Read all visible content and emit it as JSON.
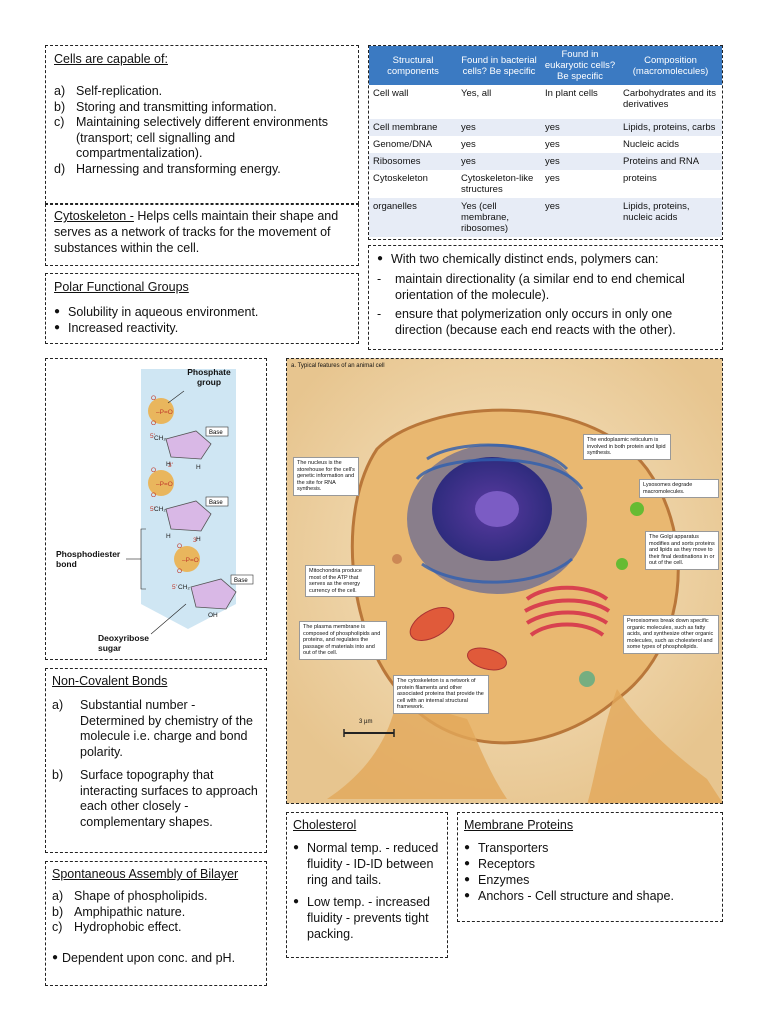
{
  "cells_box": {
    "title": "Cells are capable of:",
    "items": [
      {
        "key": "a)",
        "text": "Self-replication."
      },
      {
        "key": "b)",
        "text": "Storing and transmitting information."
      },
      {
        "key": "c)",
        "text": "Maintaining selectively different environments (transport; cell signalling and compartmentalization)."
      },
      {
        "key": "d)",
        "text": "Harnessing and transforming energy."
      }
    ]
  },
  "cytoskeleton_box": {
    "title": "Cytoskeleton -",
    "text": " Helps cells maintain their shape and serves as a network of tracks for the movement of substances within the cell."
  },
  "polar_box": {
    "title": "Polar Functional Groups",
    "items": [
      "Solubility in aqueous environment.",
      "Increased reactivity."
    ]
  },
  "table": {
    "headers": [
      "Structural components",
      "Found in bacterial cells? Be specific",
      "Found in eukaryotic cells? Be specific",
      "Composition (macromolecules)"
    ],
    "rows": [
      [
        "Cell wall",
        "Yes, all",
        "In plant cells",
        "Carbohydrates and its derivatives"
      ],
      [
        "Cell membrane",
        "yes",
        "yes",
        "Lipids, proteins, carbs"
      ],
      [
        "Genome/DNA",
        "yes",
        "yes",
        "Nucleic acids"
      ],
      [
        "Ribosomes",
        "yes",
        "yes",
        "Proteins and RNA"
      ],
      [
        "Cytoskeleton",
        "Cytoskeleton-like structures",
        "yes",
        "proteins"
      ],
      [
        "organelles",
        "Yes (cell membrane, ribosomes)",
        "yes",
        "Lipids, proteins, nucleic acids"
      ]
    ]
  },
  "polymer_box": {
    "intro": "With two chemically distinct ends, polymers can:",
    "items": [
      "maintain directionality (a similar end to end chemical orientation of the molecule).",
      "ensure that polymerization only occurs in only one direction (because each end reacts with the other)."
    ]
  },
  "dna_figure": {
    "phosphate_label": "Phosphate group",
    "bond_label": "Phosphodiester bond",
    "sugar_label": "Deoxyribose sugar",
    "base_label": "Base",
    "oh_label": "OH"
  },
  "cell_figure": {
    "caption": "a. Typical features of an animal cell",
    "scale": "3 µm",
    "labels": {
      "nucleus": "The nucleus is the storehouse for the cell's genetic information and the site for RNA synthesis.",
      "er": "The endoplasmic reticulum is involved in both protein and lipid synthesis.",
      "lysosomes": "Lysosomes degrade macromolecules.",
      "golgi": "The Golgi apparatus modifies and sorts proteins and lipids as they move to their final destinations in or out of the cell.",
      "mito": "Mitochondria produce most of the ATP that serves as the energy currency of the cell.",
      "membrane": "The plasma membrane is composed of phospholipids and proteins, and regulates the passage of materials into and out of the cell.",
      "perox": "Peroxisomes break down specific organic molecules, such as fatty acids, and synthesize other organic molecules, such as cholesterol and some types of phospholipids.",
      "cytosk": "The cytoskeleton is a network of protein filaments and other associated proteins that provide the cell with an internal structural framework."
    }
  },
  "noncovalent_box": {
    "title": "Non-Covalent Bonds",
    "items": [
      {
        "key": "a)",
        "text": "Substantial number - Determined by chemistry of the molecule i.e. charge and bond polarity."
      },
      {
        "key": "b)",
        "text": "Surface topography that interacting surfaces to approach each other closely - complementary shapes."
      }
    ]
  },
  "bilayer_box": {
    "title": "Spontaneous Assembly of Bilayer",
    "items": [
      {
        "key": "a)",
        "text": "Shape of phospholipids."
      },
      {
        "key": "b)",
        "text": "Amphipathic nature."
      },
      {
        "key": "c)",
        "text": "Hydrophobic effect."
      }
    ],
    "note": "Dependent upon conc. and pH."
  },
  "cholesterol_box": {
    "title": "Cholesterol",
    "items": [
      "Normal temp. - reduced fluidity - ID-ID between ring and tails.",
      "Low temp. - increased fluidity - prevents tight packing."
    ]
  },
  "membrane_box": {
    "title": "Membrane Proteins",
    "items": [
      "Transporters",
      "Receptors",
      "Enzymes",
      "Anchors - Cell structure and shape."
    ]
  },
  "colors": {
    "table_header": "#3b7ac2",
    "table_alt": "#e7ecf6",
    "phosphate": "#f2a52b",
    "dna_bg": "#cfe6f3",
    "sugar": "#d9b8e6"
  }
}
